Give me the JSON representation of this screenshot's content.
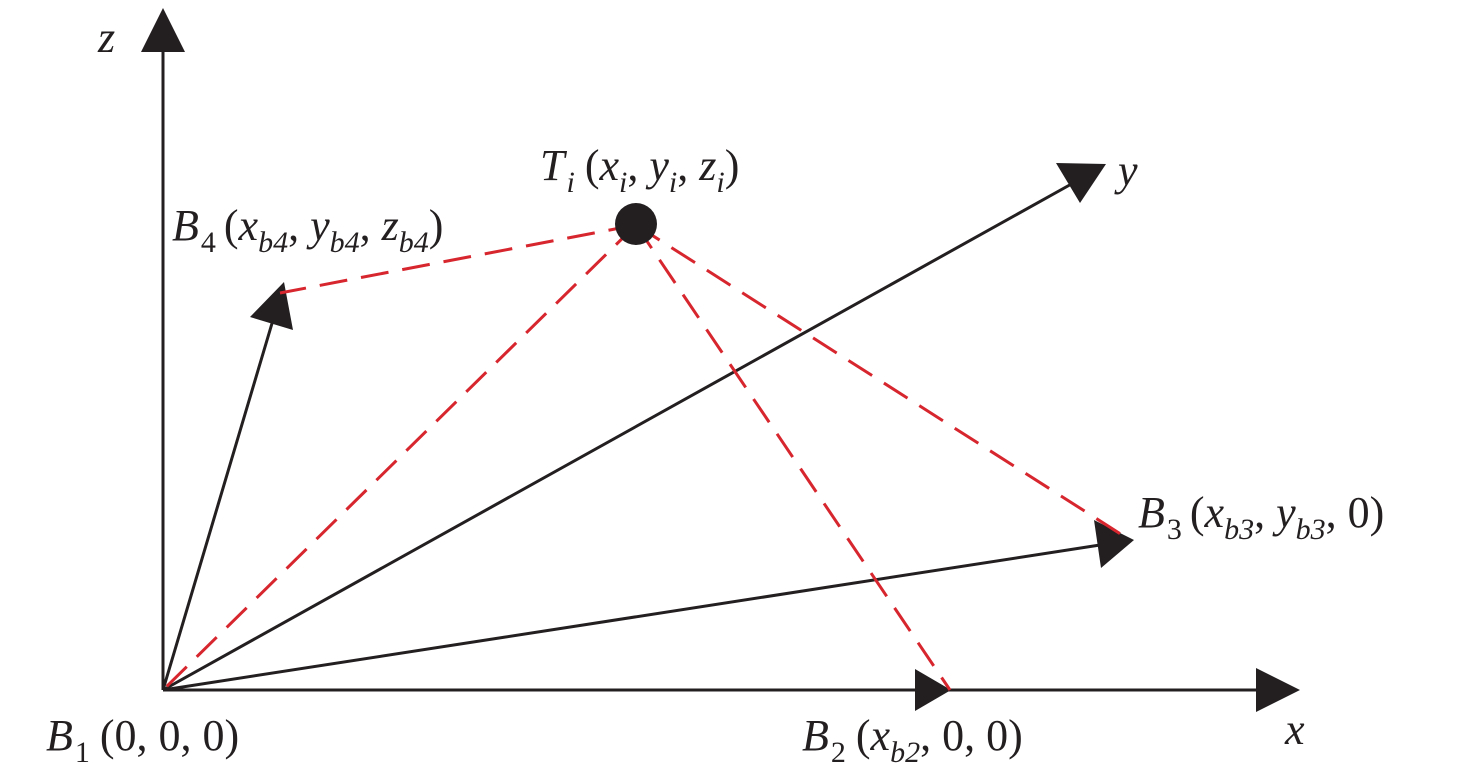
{
  "colors": {
    "axis": "#231f20",
    "dashed": "#d7262e",
    "background": "#ffffff"
  },
  "axes": {
    "x_label": "x",
    "y_label": "y",
    "z_label": "z"
  },
  "points": {
    "B1": {
      "letter": "B",
      "sub": "1",
      "coords": "(0, 0, 0)"
    },
    "B2": {
      "letter": "B",
      "sub": "2",
      "open": "(",
      "c1": "x",
      "c1sub": "b2",
      "rest": ", 0, 0)"
    },
    "B3": {
      "letter": "B",
      "sub": "3",
      "open": "(",
      "c1": "x",
      "c1sub": "b3",
      "sep1": ", ",
      "c2": "y",
      "c2sub": "b3",
      "rest": ", 0)"
    },
    "B4": {
      "letter": "B",
      "sub": "4",
      "open": "(",
      "c1": "x",
      "c1sub": "b4",
      "sep1": ", ",
      "c2": "y",
      "c2sub": "b4",
      "sep2": ", ",
      "c3": "z",
      "c3sub": "b4",
      "close": ")"
    },
    "Ti": {
      "letter": "T",
      "sub": "i",
      "open": "(",
      "c1": "x",
      "c1sub": "i",
      "sep1": ", ",
      "c2": "y",
      "c2sub": "i",
      "sep2": ", ",
      "c3": "z",
      "c3sub": "i",
      "close": ")"
    }
  }
}
